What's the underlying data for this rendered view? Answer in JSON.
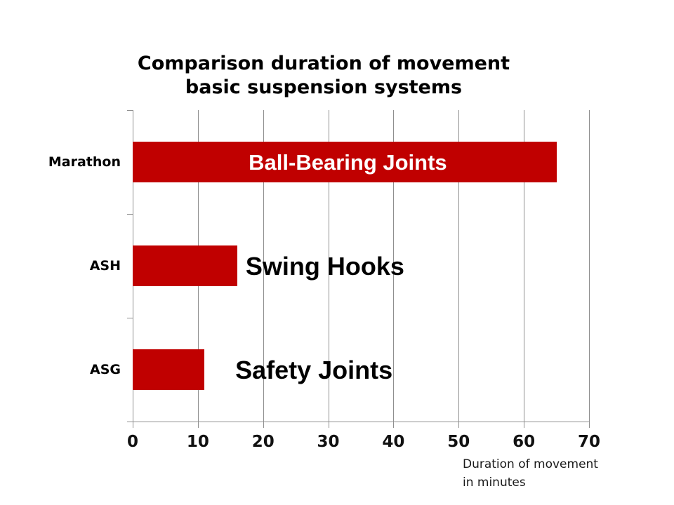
{
  "title": {
    "line1": "Comparison duration of movement",
    "line2": "basic suspension systems"
  },
  "xlabel": {
    "line1": "Duration of movement",
    "line2": "in minutes"
  },
  "colors": {
    "bar": "#c00000",
    "grid": "#8f8f8f",
    "axis": "#8f8f8f",
    "title_text": "#000000",
    "inside_label_text": "#ffffff",
    "outside_label_text": "#000000"
  },
  "chart_data": {
    "type": "bar",
    "orientation": "horizontal",
    "title": "Comparison duration of movement basic suspension systems",
    "xlabel": "Duration of movement in minutes",
    "categories": [
      "Marathon",
      "ASH",
      "ASG"
    ],
    "values": [
      65,
      16,
      11
    ],
    "bar_labels": [
      {
        "text": "Ball-Bearing Joints",
        "placement": "inside",
        "center_x_value": 33.0
      },
      {
        "text": "Swing Hooks",
        "placement": "outside",
        "center_x_value": 29.5
      },
      {
        "text": "Safety Joints",
        "placement": "outside",
        "center_x_value": 27.8
      }
    ],
    "xlim": [
      0,
      70
    ],
    "xticks": [
      0,
      10,
      20,
      30,
      40,
      50,
      60,
      70
    ],
    "grid": true,
    "legend": false
  }
}
